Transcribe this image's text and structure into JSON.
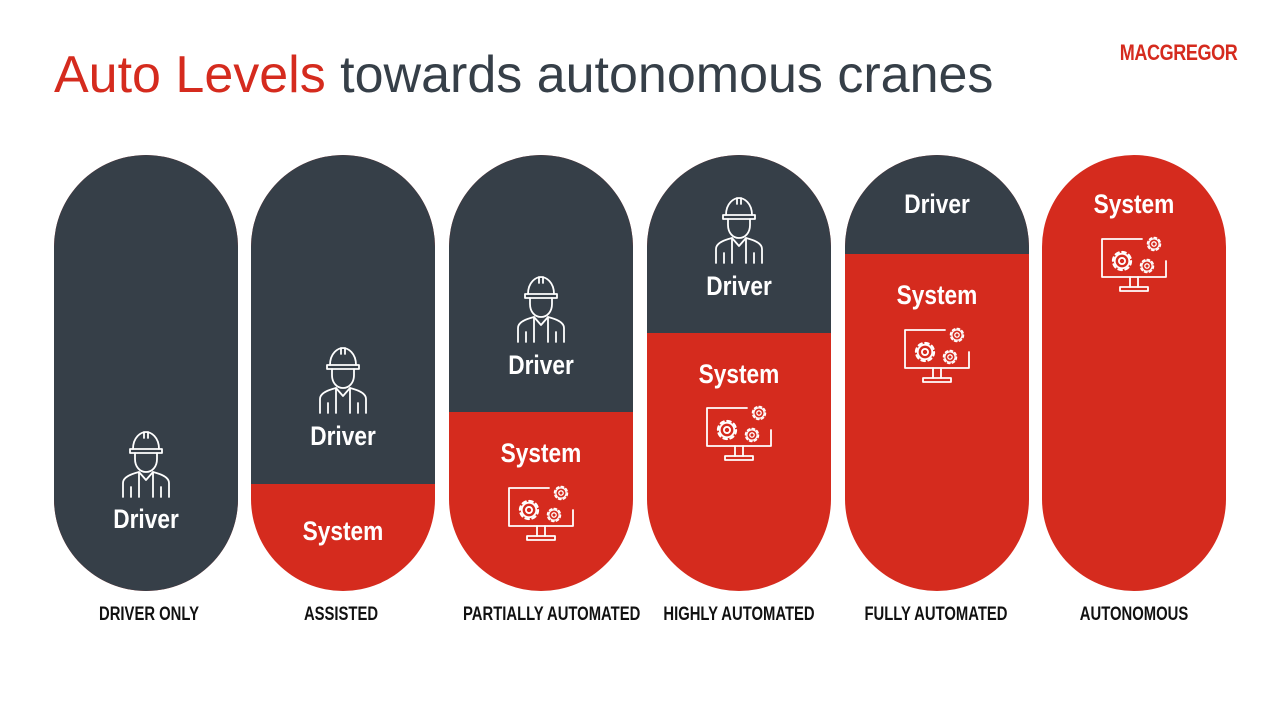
{
  "title": {
    "accent": "Auto Levels",
    "rest": " towards autonomous cranes"
  },
  "logo": "MACGREGOR",
  "colors": {
    "driver": "#363f48",
    "system": "#d52b1e",
    "title_rest": "#363f48"
  },
  "levels": [
    {
      "name": "DRIVER ONLY",
      "driver_label": "Driver",
      "system_label": "",
      "driver_share": 1.0
    },
    {
      "name": "ASSISTED",
      "driver_label": "Driver",
      "system_label": "System",
      "driver_share": 0.75
    },
    {
      "name": "PARTIALLY AUTOMATED",
      "driver_label": "Driver",
      "system_label": "System",
      "driver_share": 0.59
    },
    {
      "name": "HIGHLY AUTOMATED",
      "driver_label": "Driver",
      "system_label": "System",
      "driver_share": 0.41
    },
    {
      "name": "FULLY AUTOMATED",
      "driver_label": "Driver",
      "system_label": "System",
      "driver_share": 0.23
    },
    {
      "name": "AUTONOMOUS",
      "driver_label": "",
      "system_label": "System",
      "driver_share": 0.0
    }
  ],
  "icons": {
    "driver": "worker-helmet-icon",
    "system": "computer-gears-icon"
  }
}
